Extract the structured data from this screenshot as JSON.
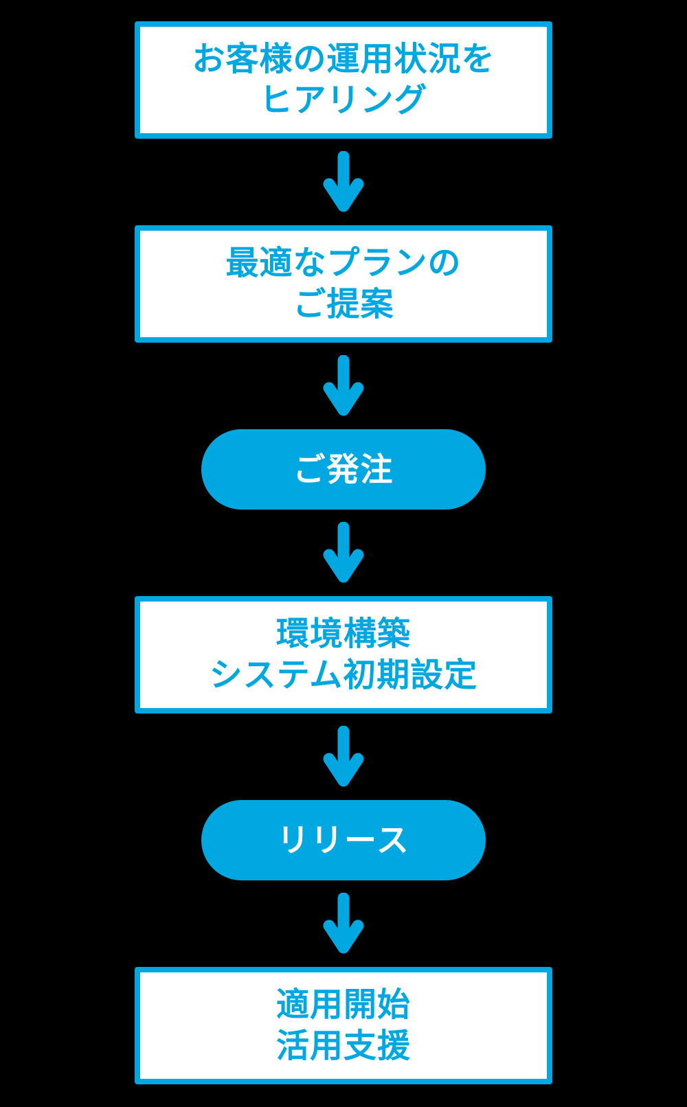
{
  "background_color": "#000000",
  "accent_color": "#00A7E1",
  "box_background_color": "#FFFFFF",
  "pill_text_color": "#FFFFFF",
  "flow": {
    "type": "vertical-flowchart",
    "connector": "down-arrow",
    "steps": [
      {
        "kind": "box",
        "lines": [
          "お客様の運用状況を",
          "ヒアリング"
        ]
      },
      {
        "kind": "box",
        "lines": [
          "最適なプランの",
          "ご提案"
        ]
      },
      {
        "kind": "pill",
        "lines": [
          "ご発注"
        ]
      },
      {
        "kind": "box",
        "lines": [
          "環境構築",
          "システム初期設定"
        ]
      },
      {
        "kind": "pill",
        "lines": [
          "リリース"
        ]
      },
      {
        "kind": "box",
        "lines": [
          "適用開始",
          "活用支援"
        ]
      }
    ]
  }
}
